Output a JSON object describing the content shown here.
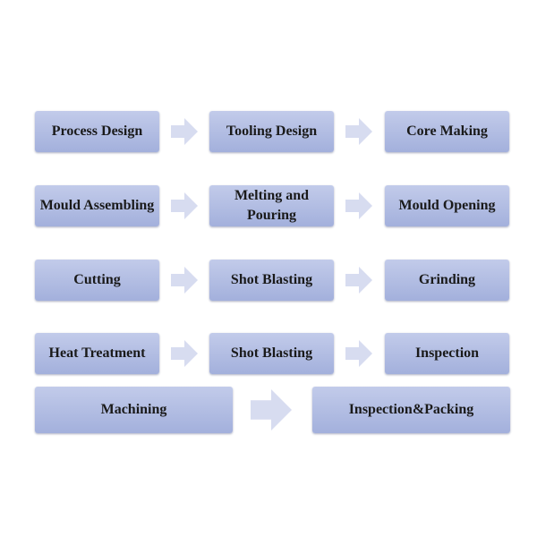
{
  "steps": {
    "process_design": "Process Design",
    "tooling_design": "Tooling Design",
    "core_making": "Core Making",
    "mould_assembling": "Mould Assembling",
    "melting_and_pouring": "Melting and Pouring",
    "mould_opening": "Mould Opening",
    "cutting": "Cutting",
    "shot_blasting_1": "Shot Blasting",
    "grinding": "Grinding",
    "heat_treatment": "Heat Treatment",
    "shot_blasting_2": "Shot Blasting",
    "inspection": "Inspection",
    "machining": "Machining",
    "inspection_packing": "Inspection&Packing"
  },
  "colors": {
    "box_top": "#c2cbea",
    "box_bottom": "#a3b0dc",
    "arrow": "#d7dcf0"
  }
}
